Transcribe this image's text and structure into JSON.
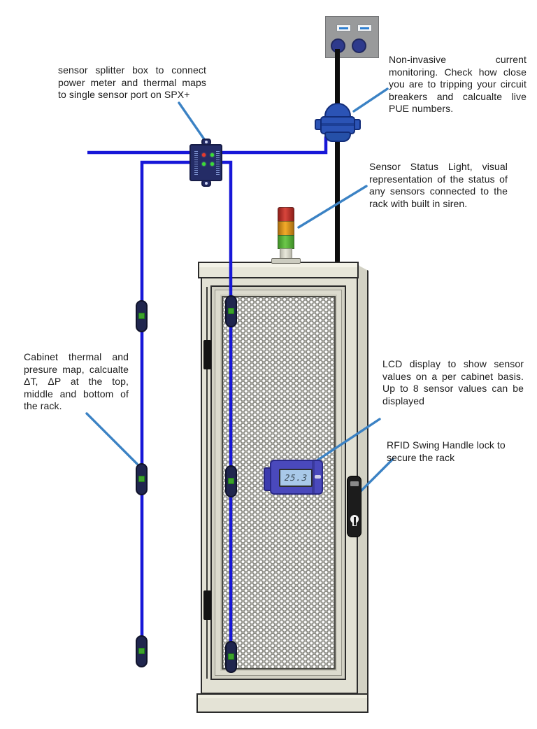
{
  "annotations": {
    "splitter_box": "sensor splitter box to connect power meter and thermal maps to single sensor port on SPX+",
    "current_monitoring": "Non-invasive current monitoring. Check how close you are to tripping your circuit breakers and calcualte live PUE numbers.",
    "status_light": "Sensor Status Light, visual representation of the status of any sensors connected to the rack with built in siren.",
    "thermal_map": "Cabinet thermal and presure map, calcualte ΔT, ΔP at the top, middle and bottom of the rack.",
    "lcd_display": "LCD display to show sensor values on a per cabinet basis. Up to 8 sensor values can be displayed",
    "rfid_lock": "RFID Swing Handle lock to secure the rack"
  },
  "lcd": {
    "value": "25.3"
  },
  "status_light": {
    "segments": [
      "red",
      "amber",
      "green"
    ]
  },
  "sensors": {
    "count": 6,
    "per_chain": 3
  },
  "colors": {
    "sensor_wire_blue": "#1717d8",
    "leader_line_blue": "#3b82c4",
    "power_cable_black": "#0d0d0d",
    "status_red": "#c53a31",
    "status_amber": "#eda325",
    "status_green": "#5cb93e",
    "cabinet_beige": "#e2e1d4",
    "device_navy": "#242c66",
    "clamp_blue": "#2b53b5",
    "lcd_screen_blue": "#a9c9e9"
  }
}
